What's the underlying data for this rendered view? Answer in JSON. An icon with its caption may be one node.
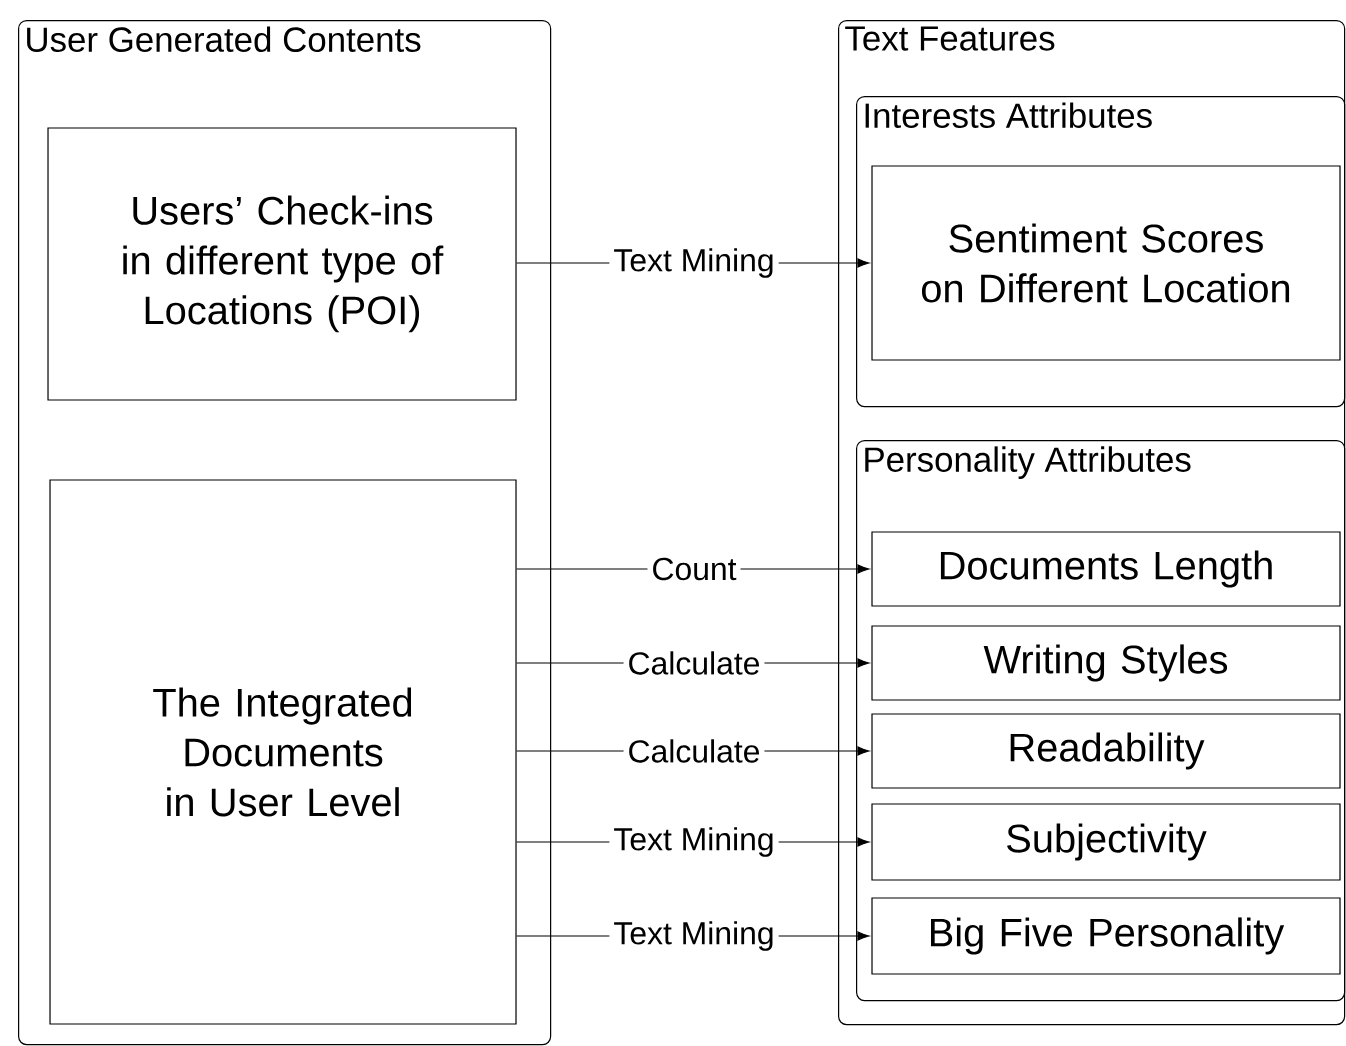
{
  "diagram": {
    "nodes": [
      {
        "text": [
          "User Generated Contents"
        ]
      },
      {
        "text": [
          "Users’ Check-ins in different type of Locations (POI)"
        ],
        "in": 0
      },
      {
        "text": [
          "The Integrated Documents in User Level"
        ],
        "in": 0
      },
      {
        "text": [
          "Text Features"
        ]
      },
      {
        "text": [
          "Interests Attributes"
        ],
        "in": 3
      },
      {
        "text": [
          "Sentiment Scores on Different Location"
        ],
        "in": 4
      },
      {
        "text": [
          "Personality Attributes"
        ],
        "in": 3
      },
      {
        "text": [
          "Documents Length"
        ],
        "in": 6
      },
      {
        "text": [
          "Writing Styles"
        ],
        "in": 6
      },
      {
        "text": [
          "Readability"
        ],
        "in": 6
      },
      {
        "text": [
          "Subjectivity"
        ],
        "in": 6
      },
      {
        "text": [
          "Big Five Personality"
        ],
        "in": 6
      }
    ],
    "edges": [
      {
        "from": 1,
        "to": 5,
        "arrow": "to",
        "label": "Text Mining"
      },
      {
        "from": 2,
        "to": 7,
        "arrow": "to",
        "label": "Count"
      },
      {
        "from": 2,
        "to": 8,
        "arrow": "to",
        "label": "Calculate"
      },
      {
        "from": 2,
        "to": 9,
        "arrow": "to",
        "label": "Calculate"
      },
      {
        "from": 2,
        "to": 10,
        "arrow": "to",
        "label": "Text Mining"
      },
      {
        "from": 2,
        "to": 11,
        "arrow": "to",
        "label": "Text Mining"
      }
    ]
  }
}
